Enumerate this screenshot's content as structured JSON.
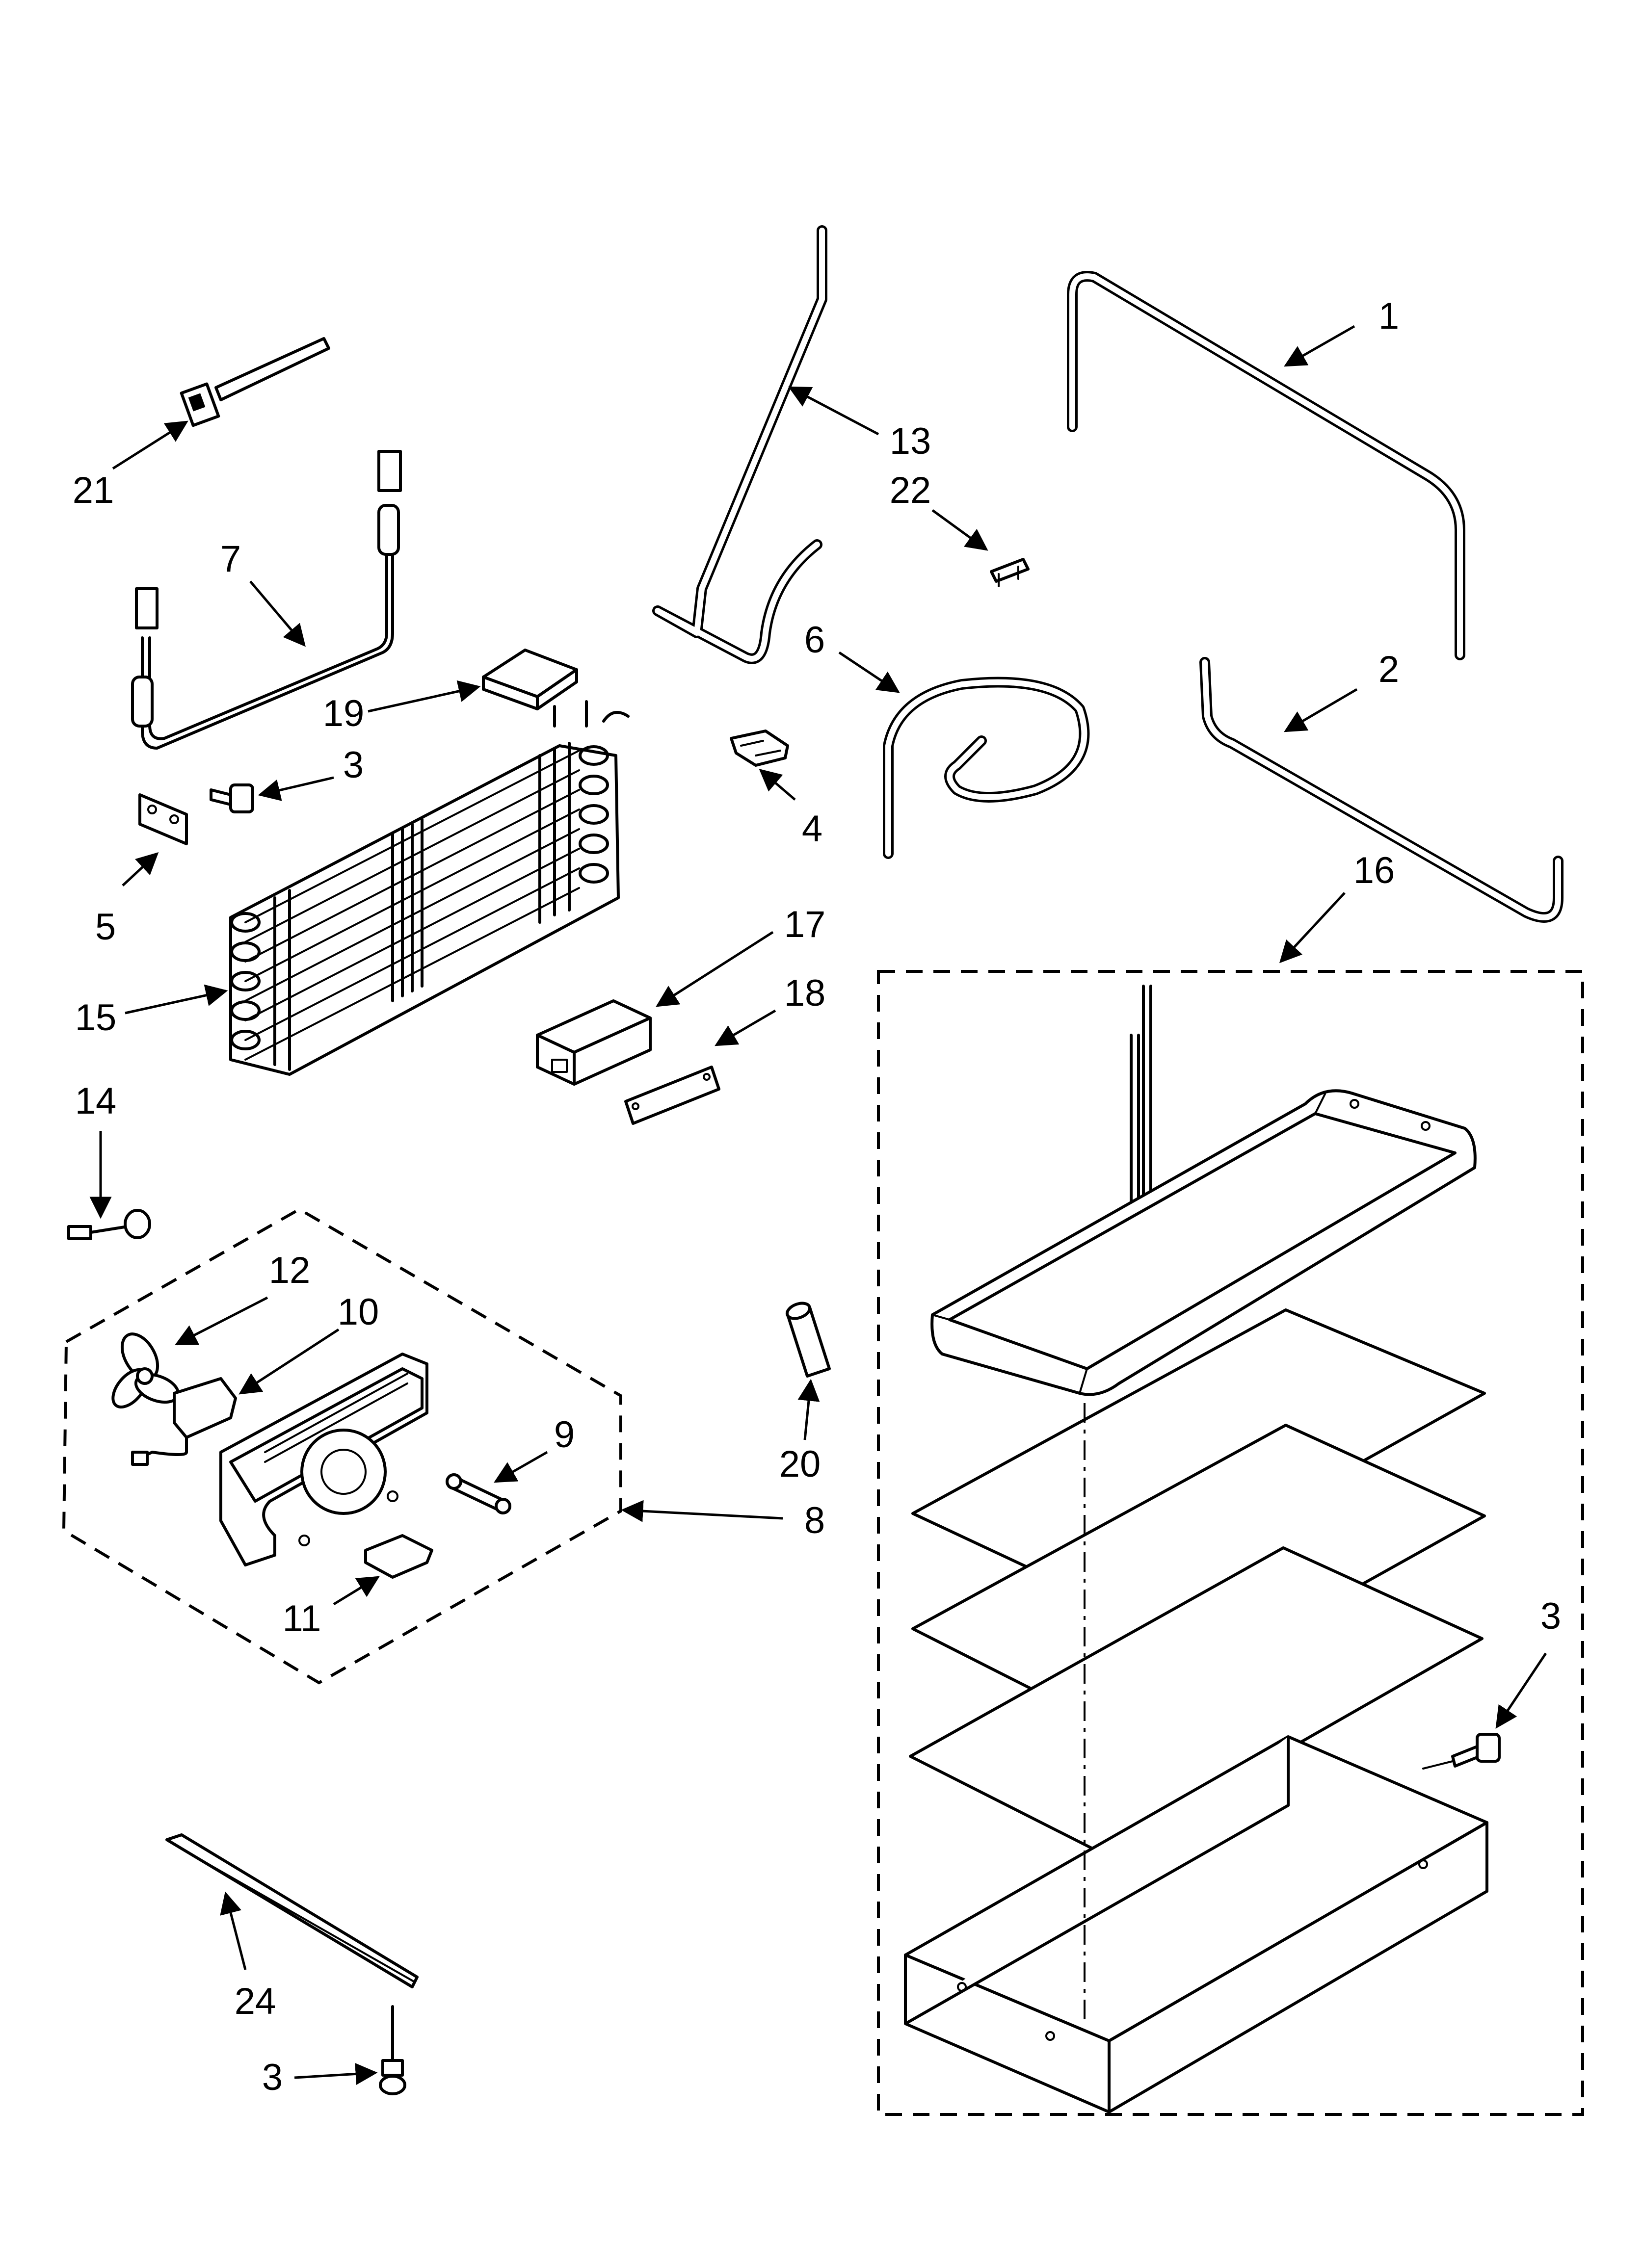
{
  "callouts": {
    "c1": "1",
    "c2": "2",
    "c3_screw_top": "3",
    "c3_pan": "3",
    "c3_bottom": "3",
    "c4": "4",
    "c5": "5",
    "c6": "6",
    "c7": "7",
    "c8": "8",
    "c9": "9",
    "c10": "10",
    "c11": "11",
    "c12": "12",
    "c13": "13",
    "c14": "14",
    "c15": "15",
    "c16": "16",
    "c17": "17",
    "c18": "18",
    "c19": "19",
    "c20": "20",
    "c21": "21",
    "c22": "22",
    "c24": "24"
  },
  "colors": {
    "ink": "#000000",
    "paper": "#ffffff"
  }
}
